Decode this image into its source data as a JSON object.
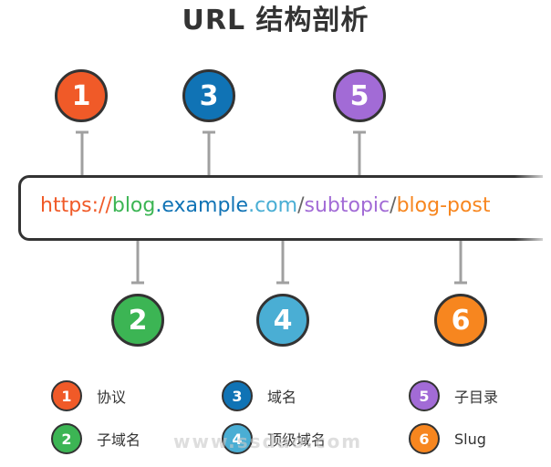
{
  "title": "URL 结构剖析",
  "url_parts": {
    "protocol": "https://",
    "subdomain": "blog",
    "dot1": ".",
    "domain": "example",
    "dot2": ".",
    "tld": "com",
    "slash1": "/",
    "subtopic": "subtopic",
    "slash2": "/",
    "slug": "blog-post"
  },
  "markers": [
    {
      "num": "1",
      "color": "#f05a28"
    },
    {
      "num": "2",
      "color": "#3cb554"
    },
    {
      "num": "3",
      "color": "#1073b5"
    },
    {
      "num": "4",
      "color": "#4aaed4"
    },
    {
      "num": "5",
      "color": "#a26bd6"
    },
    {
      "num": "6",
      "color": "#f7861f"
    }
  ],
  "legend": [
    {
      "num": "1",
      "label": "协议"
    },
    {
      "num": "2",
      "label": "子域名"
    },
    {
      "num": "3",
      "label": "域名"
    },
    {
      "num": "4",
      "label": "顶级域名"
    },
    {
      "num": "5",
      "label": "子目录"
    },
    {
      "num": "6",
      "label": "Slug"
    }
  ],
  "watermark": "www.ssdao.com",
  "colors": {
    "separator": "#666666",
    "connector": "#a0a0a0"
  }
}
